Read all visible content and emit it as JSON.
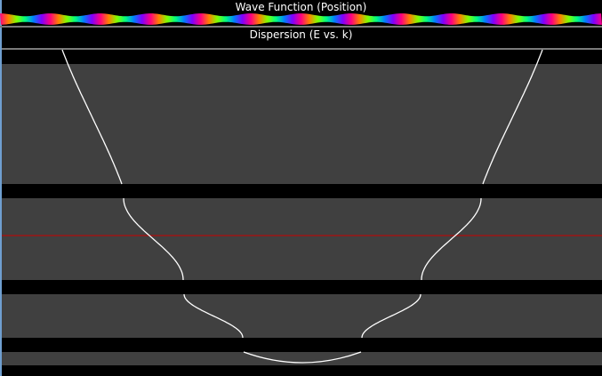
{
  "window": {
    "wave_panel_title": "Wave Function (Position)",
    "dispersion_panel_title": "Dispersion (E vs. k)"
  },
  "colors": {
    "background": "#000000",
    "band": "#404040",
    "curve": "#ffffff",
    "energy_line": "#cc0000",
    "separator": "#7a7a7a"
  },
  "wave_function": {
    "display": "phase-color",
    "cycles": 12
  },
  "dispersion": {
    "bands": 4,
    "energy_level_marker": true
  }
}
